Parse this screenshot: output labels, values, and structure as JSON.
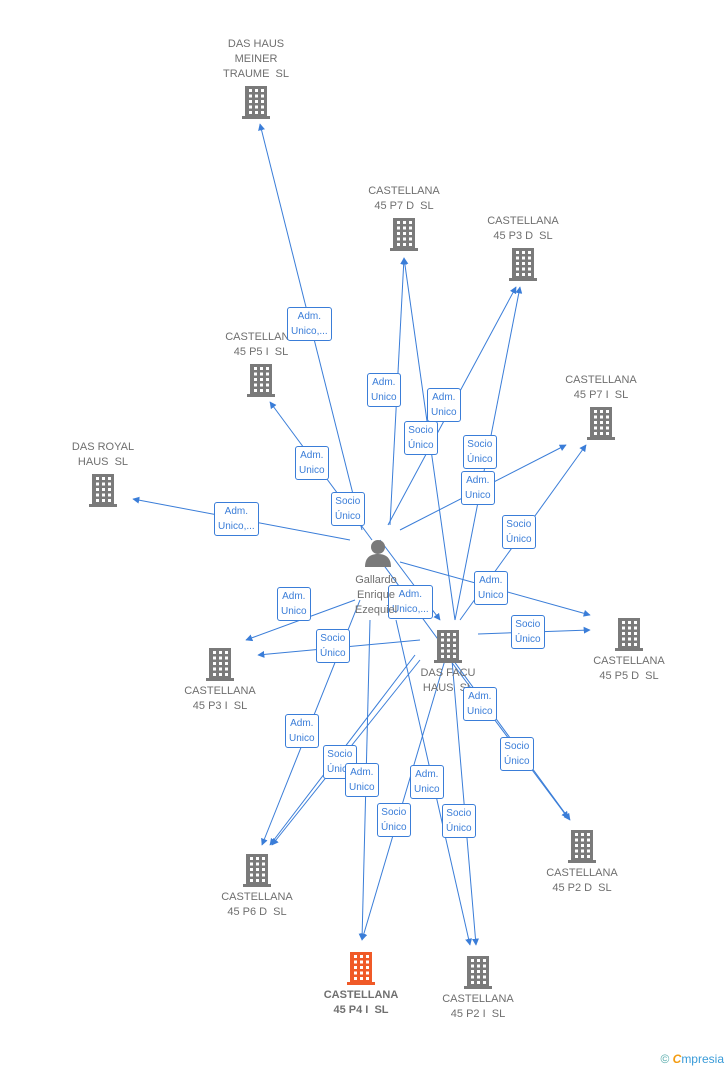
{
  "colors": {
    "edge": "#3a7dd8",
    "building": "#7a7a7a",
    "building_main": "#f05a28",
    "label": "#6f6f6f"
  },
  "nodes": [
    {
      "id": "das_haus_meiner",
      "lines": [
        "DAS HAUS",
        "MEINER",
        "TRAUME  SL"
      ]
    },
    {
      "id": "c45p7d",
      "lines": [
        "CASTELLANA",
        "45 P7 D  SL"
      ]
    },
    {
      "id": "c45p3d",
      "lines": [
        "CASTELLANA",
        "45 P3 D  SL"
      ]
    },
    {
      "id": "c45p5i",
      "lines": [
        "CASTELLANA",
        "45 P5 I  SL"
      ]
    },
    {
      "id": "c45p7i",
      "lines": [
        "CASTELLANA",
        "45 P7 I  SL"
      ]
    },
    {
      "id": "das_royal",
      "lines": [
        "DAS ROYAL",
        "HAUS  SL"
      ]
    },
    {
      "id": "c45p5d",
      "lines": [
        "CASTELLANA",
        "45 P5 D  SL"
      ]
    },
    {
      "id": "c45p3i",
      "lines": [
        "CASTELLANA",
        "45 P3 I  SL"
      ]
    },
    {
      "id": "das_facu",
      "lines": [
        "DAS FACU",
        "HAUS  SL"
      ]
    },
    {
      "id": "c45p2d",
      "lines": [
        "CASTELLANA",
        "45 P2 D  SL"
      ]
    },
    {
      "id": "c45p6d",
      "lines": [
        "CASTELLANA",
        "45 P6 D  SL"
      ]
    },
    {
      "id": "c45p4i",
      "lines": [
        "CASTELLANA",
        "45 P4 I  SL"
      ],
      "main": true
    },
    {
      "id": "c45p2i",
      "lines": [
        "CASTELLANA",
        "45 P2 I  SL"
      ]
    }
  ],
  "person": {
    "lines": [
      "Gallardo",
      "Enrique",
      "Ezequiel"
    ]
  },
  "edge_labels": [
    {
      "id": "e1",
      "lines": [
        "Adm.",
        "Unico,..."
      ]
    },
    {
      "id": "e2",
      "lines": [
        "Adm.",
        "Unico"
      ]
    },
    {
      "id": "e3",
      "lines": [
        "Adm.",
        "Unico"
      ]
    },
    {
      "id": "e4",
      "lines": [
        "Socio",
        "Único"
      ]
    },
    {
      "id": "e5",
      "lines": [
        "Socio",
        "Único"
      ]
    },
    {
      "id": "e6",
      "lines": [
        "Adm.",
        "Unico"
      ]
    },
    {
      "id": "e7",
      "lines": [
        "Adm.",
        "Unico"
      ]
    },
    {
      "id": "e8",
      "lines": [
        "Socio",
        "Único"
      ]
    },
    {
      "id": "e9",
      "lines": [
        "Adm.",
        "Unico,..."
      ]
    },
    {
      "id": "e10",
      "lines": [
        "Socio",
        "Único"
      ]
    },
    {
      "id": "e11",
      "lines": [
        "Adm.",
        "Unico"
      ]
    },
    {
      "id": "e12",
      "lines": [
        "Adm.",
        "Unico"
      ]
    },
    {
      "id": "e13",
      "lines": [
        "Adm.",
        "Unico,..."
      ]
    },
    {
      "id": "e14",
      "lines": [
        "Socio",
        "Único"
      ]
    },
    {
      "id": "e15",
      "lines": [
        "Socio",
        "Único"
      ]
    },
    {
      "id": "e16",
      "lines": [
        "Adm.",
        "Unico"
      ]
    },
    {
      "id": "e17",
      "lines": [
        "Adm.",
        "Unico"
      ]
    },
    {
      "id": "e18",
      "lines": [
        "Socio",
        "Único"
      ]
    },
    {
      "id": "e19",
      "lines": [
        "Socio",
        "Único"
      ]
    },
    {
      "id": "e20",
      "lines": [
        "Adm.",
        "Unico"
      ]
    },
    {
      "id": "e21",
      "lines": [
        "Adm.",
        "Unico"
      ]
    },
    {
      "id": "e22",
      "lines": [
        "Socio",
        "Único"
      ]
    },
    {
      "id": "e23",
      "lines": [
        "Socio",
        "Único"
      ]
    }
  ],
  "footer": {
    "copyright": "©",
    "brand_first": "C",
    "brand_rest": "mpresia"
  }
}
